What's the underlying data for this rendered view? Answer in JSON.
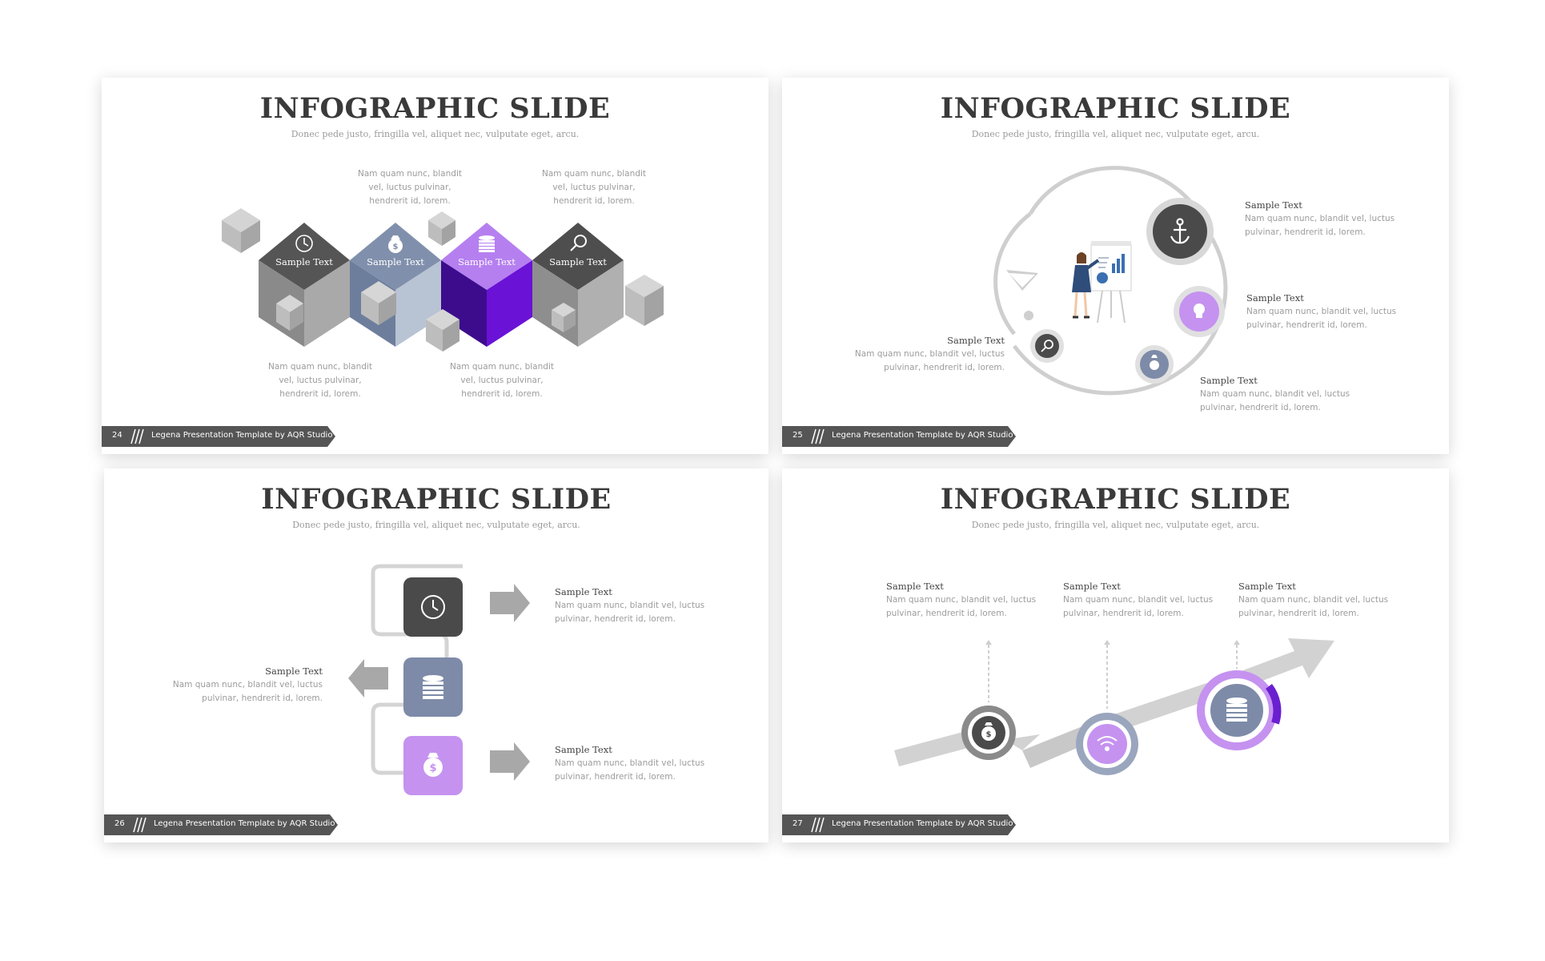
{
  "slides": [
    {
      "number": "24",
      "title": "INFOGRAPHIC SLIDE",
      "subtitle": "Donec pede justo, fringilla vel, aliquet nec, vulputate eget, arcu.",
      "footer": "Legena Presentation Template by AQR Studio",
      "top_texts": [
        "Nam quam nunc, blandit\nvel, luctus pulvinar,\nhendrerit id, lorem.",
        "Nam quam nunc, blandit\nvel, luctus pulvinar,\nhendrerit id, lorem."
      ],
      "bottom_texts": [
        "Nam quam nunc, blandit\nvel, luctus pulvinar,\nhendrerit id, lorem.",
        "Nam quam nunc, blandit\nvel, luctus pulvinar,\nhendrerit id, lorem."
      ],
      "cubes": [
        {
          "label": "Sample Text",
          "icon": "clock-icon"
        },
        {
          "label": "Sample Text",
          "icon": "money-bag-icon"
        },
        {
          "label": "Sample Text",
          "icon": "coins-icon"
        },
        {
          "label": "Sample Text",
          "icon": "search-icon"
        }
      ]
    },
    {
      "number": "25",
      "title": "INFOGRAPHIC SLIDE",
      "subtitle": "Donec pede justo, fringilla vel, aliquet nec, vulputate eget, arcu.",
      "footer": "Legena Presentation Template by AQR Studio",
      "items": [
        {
          "heading": "Sample Text",
          "body": "Nam quam nunc, blandit vel, luctus\npulvinar, hendrerit id, lorem.",
          "icon": "anchor-icon"
        },
        {
          "heading": "Sample Text",
          "body": "Nam quam nunc, blandit vel, luctus\npulvinar, hendrerit id, lorem.",
          "icon": "lightbulb-icon"
        },
        {
          "heading": "Sample Text",
          "body": "Nam quam nunc, blandit vel, luctus\npulvinar, hendrerit id, lorem.",
          "icon": "money-bag-icon"
        },
        {
          "heading": "Sample Text",
          "body": "Nam quam nunc, blandit vel, luctus\npulvinar, hendrerit id, lorem.",
          "icon": "search-icon"
        }
      ]
    },
    {
      "number": "26",
      "title": "INFOGRAPHIC SLIDE",
      "subtitle": "Donec pede justo, fringilla vel, aliquet nec, vulputate eget, arcu.",
      "footer": "Legena Presentation Template by AQR Studio",
      "items": [
        {
          "heading": "Sample Text",
          "body": "Nam quam nunc, blandit vel, luctus\npulvinar, hendrerit id, lorem.",
          "icon": "clock-icon"
        },
        {
          "heading": "Sample Text",
          "body": "Nam quam nunc, blandit vel, luctus\npulvinar, hendrerit id, lorem.",
          "icon": "coins-icon"
        },
        {
          "heading": "Sample Text",
          "body": "Nam quam nunc, blandit vel, luctus\npulvinar, hendrerit id, lorem.",
          "icon": "money-bag-icon"
        }
      ]
    },
    {
      "number": "27",
      "title": "INFOGRAPHIC SLIDE",
      "subtitle": "Donec pede justo, fringilla vel, aliquet nec, vulputate eget, arcu.",
      "footer": "Legena Presentation Template by AQR Studio",
      "items": [
        {
          "heading": "Sample Text",
          "body": "Nam quam nunc, blandit vel, luctus\npulvinar, hendrerit id, lorem.",
          "icon": "money-bag-icon"
        },
        {
          "heading": "Sample Text",
          "body": "Nam quam nunc, blandit vel, luctus\npulvinar, hendrerit id, lorem.",
          "icon": "wifi-icon"
        },
        {
          "heading": "Sample Text",
          "body": "Nam quam nunc, blandit vel, luctus\npulvinar, hendrerit id, lorem.",
          "icon": "coins-icon"
        }
      ]
    }
  ],
  "colors": {
    "dark_gray": "#4a4a4a",
    "mid_gray": "#8c8c8c",
    "light_gray": "#c8c8c8",
    "slate_blue": "#7d8ba8",
    "lavender": "#c592f0",
    "violet": "#6a1fd0",
    "footer_bg": "#555555"
  }
}
